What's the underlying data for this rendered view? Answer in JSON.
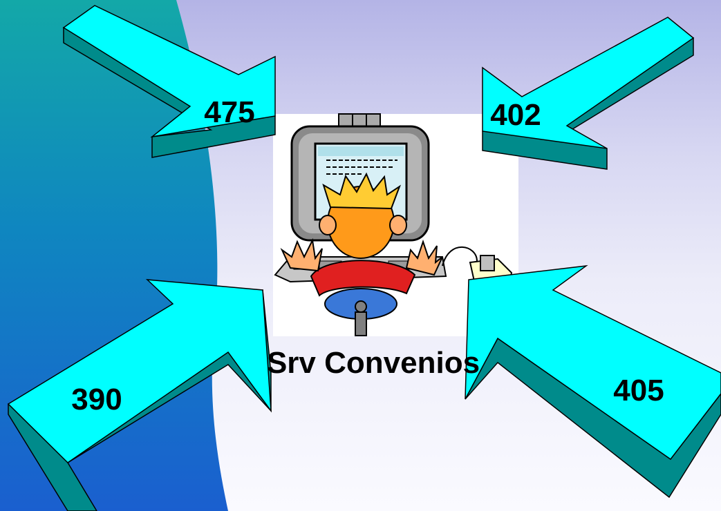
{
  "center": {
    "label": "Srv Convenios",
    "icon": "user-at-computer-icon"
  },
  "arrows": [
    {
      "id": "top-left",
      "value": "475"
    },
    {
      "id": "top-right",
      "value": "402"
    },
    {
      "id": "bottom-left",
      "value": "390"
    },
    {
      "id": "bottom-right",
      "value": "405"
    }
  ],
  "colors": {
    "arrow_face": "#00ffff",
    "arrow_side": "#008b8b",
    "accent_left_top": "#12a6a6",
    "accent_left_bottom": "#1860c8"
  }
}
